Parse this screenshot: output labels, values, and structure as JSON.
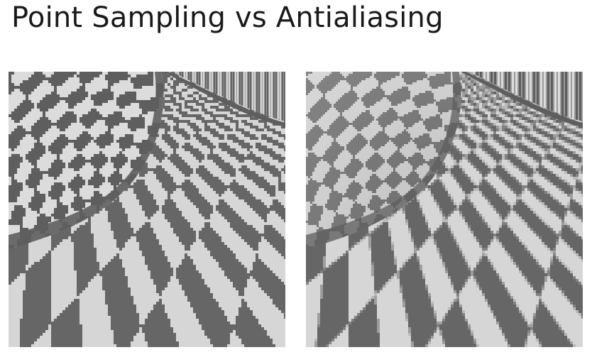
{
  "slide": {
    "title": "Point Sampling vs Antialiasing"
  },
  "panels": [
    {
      "name": "point-sampling-render",
      "antialiased": false
    },
    {
      "name": "antialiased-render",
      "antialiased": true
    }
  ],
  "colors": {
    "background": "#ffffff",
    "title_text": "#1a1a1a",
    "checker_dark": "#666666",
    "checker_light": "#d6d6d6",
    "sphere_base": "#9a9a9a",
    "sphere_dark": "#5e5e5e",
    "sphere_light": "#dcdcdc"
  }
}
